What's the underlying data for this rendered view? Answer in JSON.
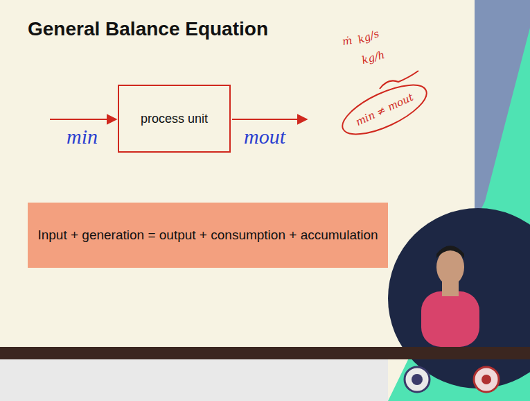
{
  "diagram": {
    "title": "General Balance Equation",
    "nodes": [
      {
        "text": [
          "process unit"
        ]
      },
      {
        "text": [
          "Input + generation = output + consumption + accumulation"
        ]
      }
    ],
    "labels": [
      "min",
      "mout",
      "ṁ",
      "kg/s",
      "kg/h",
      "min ≠ mout"
    ]
  }
}
